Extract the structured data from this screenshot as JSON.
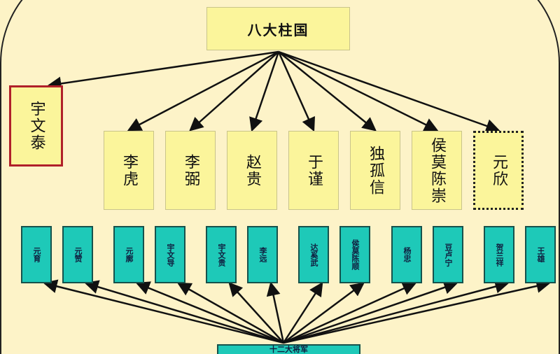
{
  "title": "八大柱国",
  "leader": "宇文泰",
  "pillars": [
    "李虎",
    "李弼",
    "赵贵",
    "于谨",
    "独孤信",
    "侯莫陈崇",
    "元欣"
  ],
  "generals": [
    "元育",
    "元赞",
    "元廓",
    "宇文导",
    "宇文贵",
    "李远",
    "达奚武",
    "侯莫陈顺",
    "杨忠",
    "豆卢宁",
    "贺兰祥",
    "王雄"
  ],
  "bottom": "十二大将军",
  "colors": {
    "pillar": "#fbf59b",
    "general": "#1ec9b8",
    "leader_border": "#b0202a"
  }
}
